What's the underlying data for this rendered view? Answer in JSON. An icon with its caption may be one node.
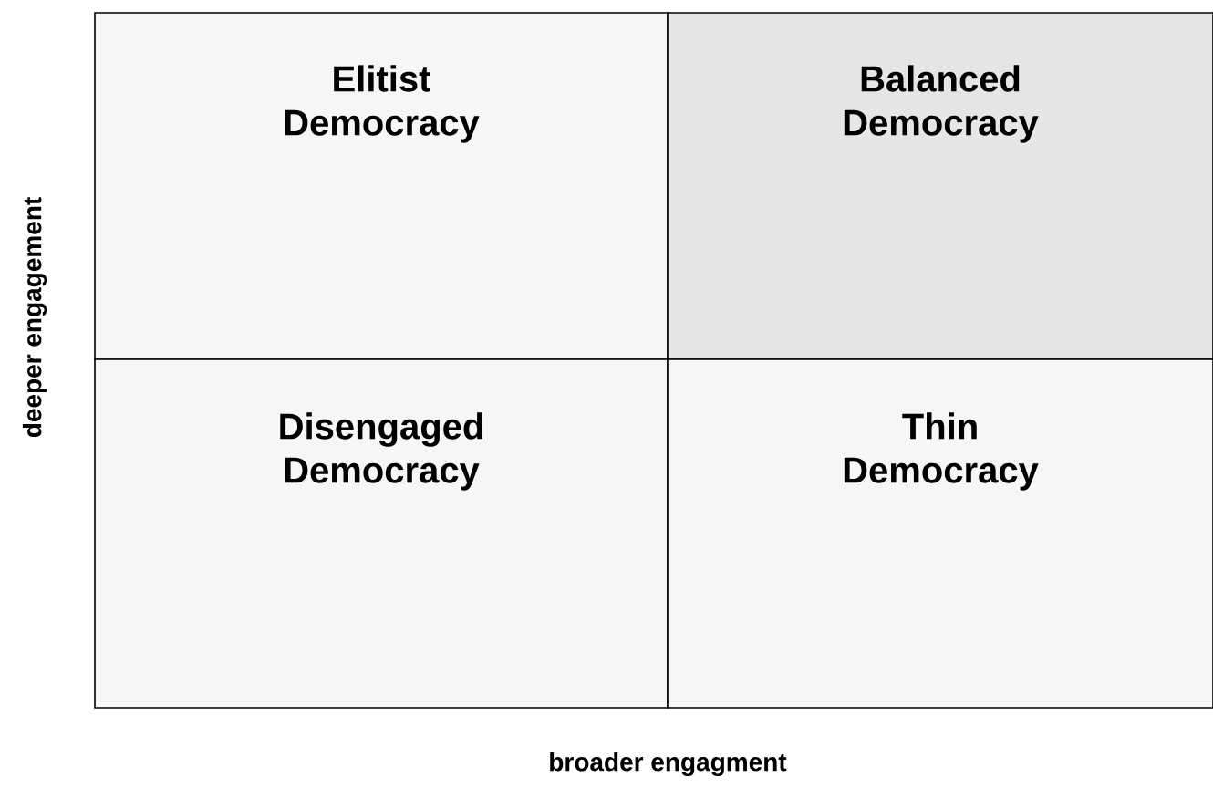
{
  "diagram": {
    "nodes": [
      {
        "text": [
          "Elitist Democracy"
        ]
      },
      {
        "text": [
          "Balanced Democracy"
        ]
      },
      {
        "text": [
          "Disengaged Democracy"
        ]
      },
      {
        "text": [
          "Thin Democracy"
        ]
      }
    ],
    "labels": [
      "deeper engagement",
      "broader engagment"
    ]
  }
}
